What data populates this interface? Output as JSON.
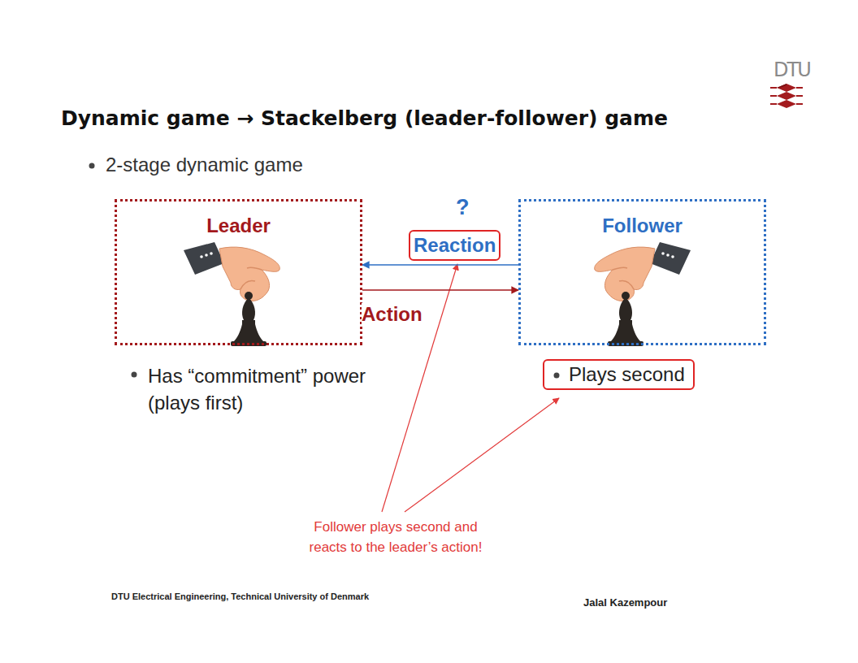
{
  "diagram": {
    "title": "Dynamic game → Stackelberg (leader-follower) game",
    "nodes": [
      {
        "text": [
          "Leader"
        ]
      },
      {
        "text": [
          "Follower"
        ]
      },
      {
        "text": [
          "Plays second"
        ]
      }
    ],
    "edges": [
      {
        "from": 1,
        "to": 0,
        "arrow": "to",
        "label": "Reaction"
      },
      {
        "from": 0,
        "to": 1,
        "arrow": "to",
        "label": "Action"
      }
    ],
    "labels": [
      "DTU",
      "2-stage dynamic game",
      "?",
      "Has “commitment” power (plays first)",
      "Follower plays second and reacts to the leader’s action!",
      "DTU Electrical Engineering, Technical University of Denmark",
      "Jalal Kazempour"
    ]
  }
}
